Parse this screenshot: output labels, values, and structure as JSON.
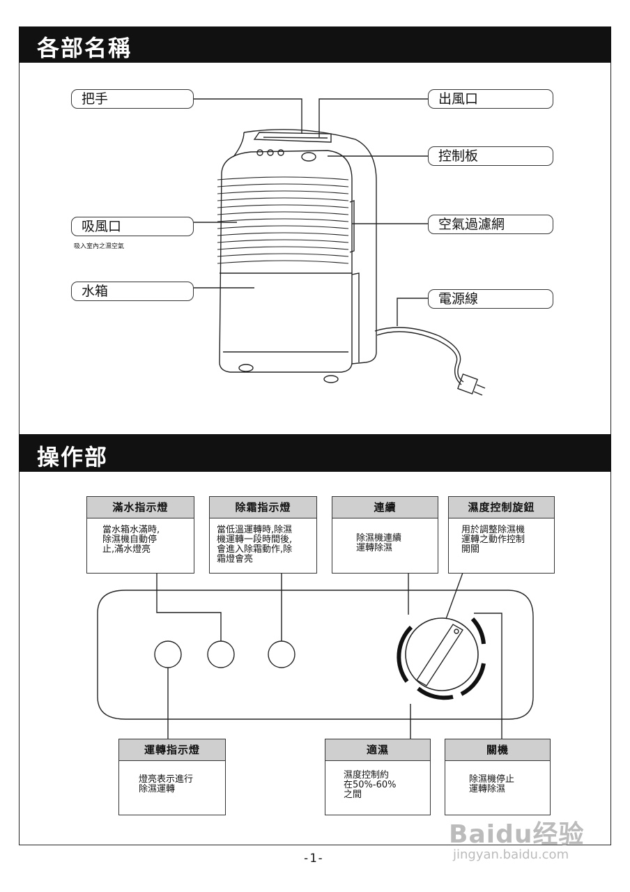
{
  "sections": {
    "parts_title": "各部名稱",
    "controls_title": "操作部"
  },
  "parts": {
    "handle": "把手",
    "air_outlet": "出風口",
    "control_panel": "控制板",
    "air_inlet": "吸風口",
    "air_inlet_note": "吸入室內之濕空氣",
    "air_filter": "空氣過濾網",
    "water_tank": "水箱",
    "power_cord": "電源線"
  },
  "controls": {
    "full_water": {
      "title": "滿水指示燈",
      "body": "當水箱水滿時,\n除濕機自動停\n止,滿水燈亮"
    },
    "defrost": {
      "title": "除霜指示燈",
      "body": "當低溫運轉時,除濕\n機運轉一段時間後,\n會進入除霜動作,除\n霜燈會亮"
    },
    "continuous": {
      "title": "連續",
      "body": "除濕機連續\n運轉除濕"
    },
    "humidity_knob": {
      "title": "濕度控制旋鈕",
      "body": "用於調整除濕機\n運轉之動作控制\n開關"
    },
    "running": {
      "title": "運轉指示燈",
      "body": "燈亮表示進行\n除濕運轉"
    },
    "optimal": {
      "title": "適濕",
      "body": "濕度控制約\n在50%-60%\n之間"
    },
    "off": {
      "title": "關機",
      "body": "除濕機停止\n運轉除濕"
    }
  },
  "footer": {
    "page_number": "-1-",
    "watermark_logo": "Baidu经验",
    "watermark_url": "jingyan.baidu.com"
  }
}
